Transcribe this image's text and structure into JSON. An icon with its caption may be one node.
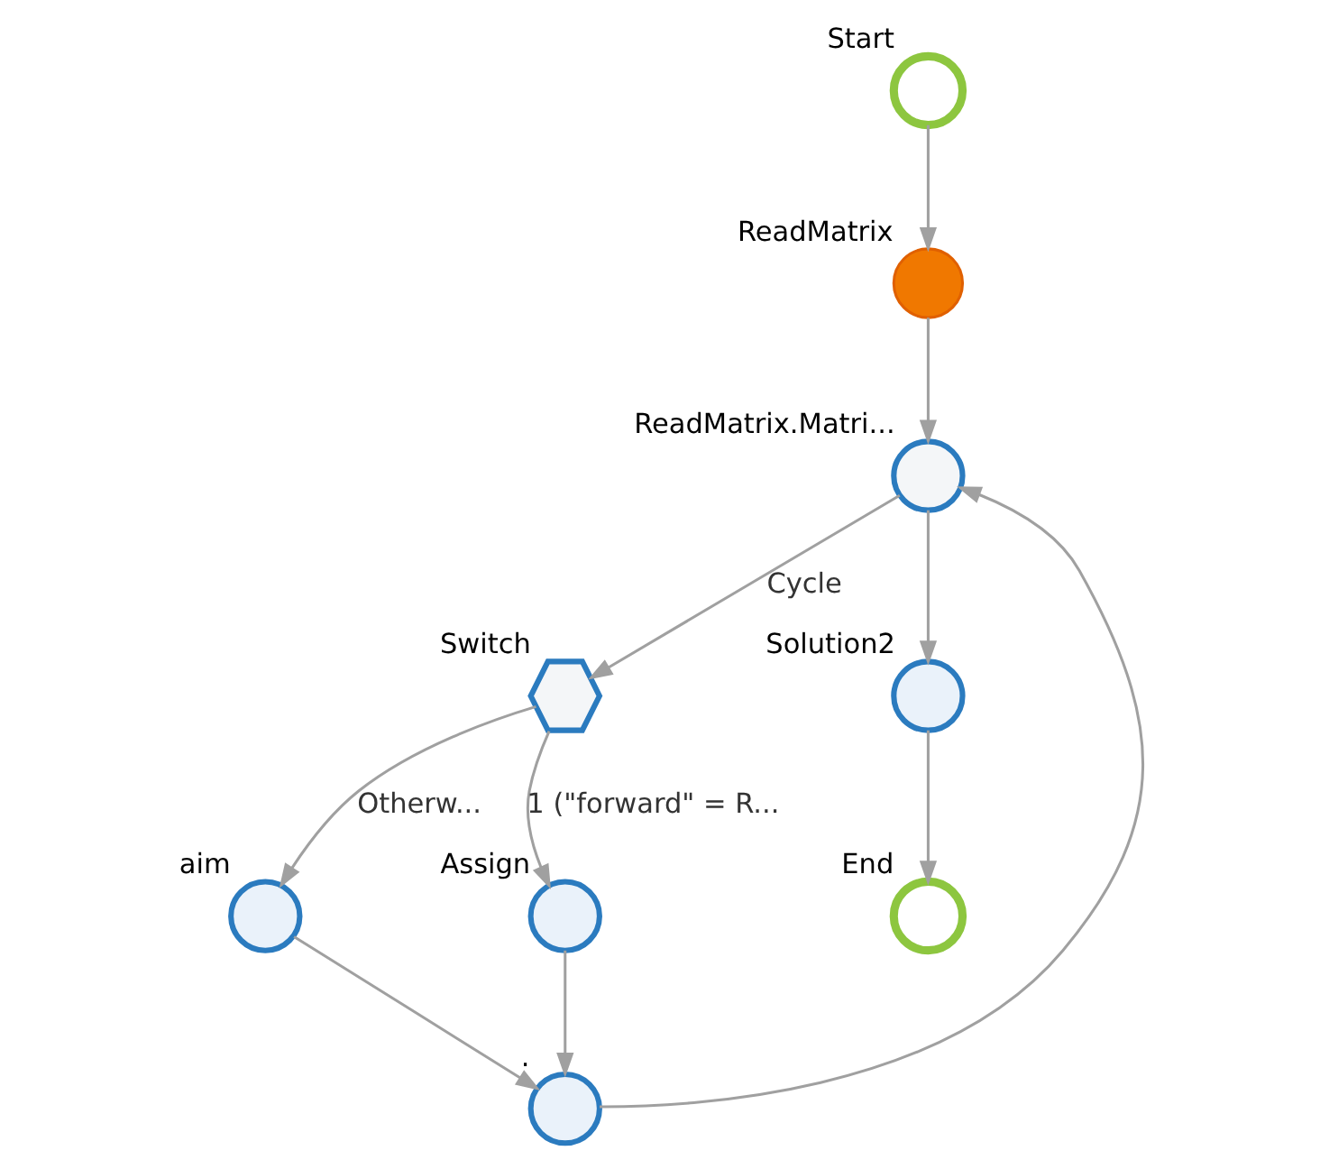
{
  "diagram": {
    "nodes": [
      {
        "text": [
          "Start"
        ]
      },
      {
        "text": [
          "ReadMatrix"
        ]
      },
      {
        "text": [
          "ReadMatrix.Matri..."
        ]
      },
      {
        "text": [
          "Switch"
        ]
      },
      {
        "text": [
          "aim"
        ]
      },
      {
        "text": [
          "Assign"
        ]
      },
      {
        "text": [
          "Solution2"
        ]
      },
      {
        "text": [
          "."
        ]
      },
      {
        "text": [
          "End"
        ]
      }
    ],
    "edges": [
      {
        "from": 0,
        "to": 1,
        "arrow": "to"
      },
      {
        "from": 1,
        "to": 2,
        "arrow": "to"
      },
      {
        "from": 2,
        "to": 3,
        "arrow": "to",
        "label": "Cycle"
      },
      {
        "from": 3,
        "to": 4,
        "arrow": "to",
        "label": "Otherw..."
      },
      {
        "from": 3,
        "to": 5,
        "arrow": "to",
        "label": "1 (\"forward\" = R..."
      },
      {
        "from": 4,
        "to": 7,
        "arrow": "to"
      },
      {
        "from": 5,
        "to": 7,
        "arrow": "to"
      },
      {
        "from": 7,
        "to": 2,
        "arrow": "to"
      },
      {
        "from": 2,
        "to": 6,
        "arrow": "to"
      },
      {
        "from": 6,
        "to": 8,
        "arrow": "to"
      }
    ]
  }
}
